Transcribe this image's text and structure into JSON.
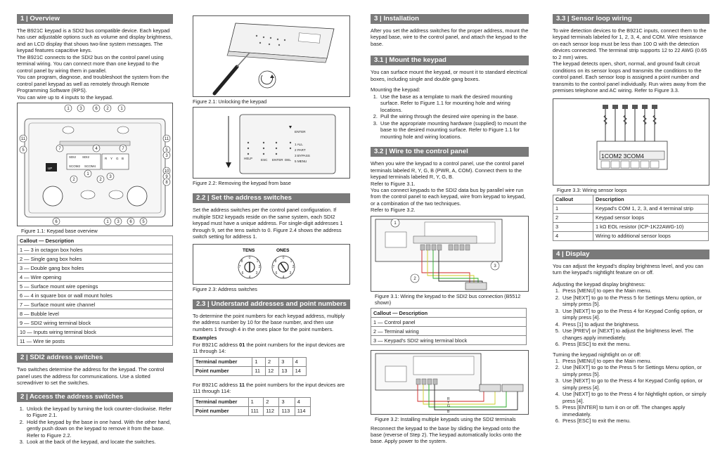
{
  "c1": {
    "overview_title": "1 | Overview",
    "overview_body": [
      "The B921C keypad is a SDI2 bus compatible device. Each keypad has user adjustable options such as volume and display brightness, and an LCD display that shows two-line system messages. The keypad features capacitive keys.",
      "The B921C connects to the SDI2 bus on the control panel using terminal wiring. You can connect more than one keypad to the control panel by wiring them in parallel.",
      "You can program, diagnose, and troubleshoot the system from the control panel keypad as well as remotely through Remote Programming Software (RPS).",
      "You can wire up to 4 inputs to the keypad."
    ],
    "fig11_caption": "Figure 1.1: Keypad base overview",
    "fig11_callouts_top": [
      "1",
      "3",
      "6",
      "2",
      "1"
    ],
    "fig11_callouts_left": [
      "11",
      "5"
    ],
    "fig11_callouts_right": [
      "11",
      "5",
      "3",
      "10",
      "9",
      "8"
    ],
    "fig11_callouts_mid": [
      "7",
      "4",
      "7"
    ],
    "fig11_callouts_bottom": [
      "6",
      "1",
      "3",
      "6",
      "5"
    ],
    "fig11_callouts_inner": [
      "2",
      "1",
      "2",
      "3"
    ],
    "fig11_labels": [
      "SDI2",
      "SDI2",
      "SCOM2",
      "SCOM4",
      "R",
      "Y",
      "G",
      "B",
      "UP"
    ],
    "table1_header": "Callout — Description",
    "table1_rows": [
      "1 — 3 in octagon box holes",
      "2 — Single gang box holes",
      "3 — Double gang box holes",
      "4 — Wire opening",
      "5 — Surface mount wire openings",
      "6 — 4 in square box or wall mount holes",
      "7 — Surface mount wire channel",
      "8 — Bubble level",
      "9 — SDI2 wiring terminal block",
      "10 — Inputs wiring terminal block",
      "11 — Wire tie posts"
    ],
    "sdi2_title": "2 | SDI2 address switches",
    "sdi2_body": "Two switches determine the address for the keypad. The control panel uses the address for communications. Use a slotted screwdriver to set the switches.",
    "access_title": "2 | Access the address switches",
    "access_steps": [
      "Unlock the keypad by turning the lock counter-clockwise. Refer to Figure 2.1.",
      "Hold the keypad by the base in one hand. With the other hand, gently push down on the keypad to remove it from the base. Refer to Figure 2.2.",
      "Look at the back of the keypad, and locate the switches."
    ]
  },
  "c2": {
    "fig21_caption": "Figure 2.1: Unlocking the keypad",
    "fig22_caption": "Figure 2.2: Removing the keypad from base",
    "fig22_keys": [
      "1 ALL",
      "2 PART",
      "3 BYPASS",
      "5 MENU",
      "HELP",
      "ESC",
      "ENTER",
      "DEL"
    ],
    "fig22_side": "ENTER",
    "set_title": "2.2 | Set the address switches",
    "set_body": "Set the address switches per the control panel configuration. If multiple SDI2 keypads reside on the same system, each SDI2 keypad must have a unique address. For single-digit addresses 1 through 9, set the tens switch to 0. Figure 2.4 shows the address switch setting for address 1.",
    "fig23_tens": "TENS",
    "fig23_ones": "ONES",
    "fig23_caption": "Figure 2.3: Address switches",
    "und_title": "2.3 | Understand addresses and point numbers",
    "und_body": "To determine the point numbers for each keypad address, multiply the address number by 10 for the base number, and then use numbers 1 through 4 in the ones place for the point numbers.",
    "examples_label": "Examples",
    "ex1_text_a": "For B921C address ",
    "ex1_addr": "01",
    "ex1_text_b": " the point numbers for the input devices are 11 through 14:",
    "ex1_table": {
      "row1": [
        "Terminal number",
        "1",
        "2",
        "3",
        "4"
      ],
      "row2": [
        "Point number",
        "11",
        "12",
        "13",
        "14"
      ]
    },
    "ex2_text_a": "For B921C address ",
    "ex2_addr": "11",
    "ex2_text_b": " the point numbers for the input devices are 111 through 114:",
    "ex2_table": {
      "row1": [
        "Terminal number",
        "1",
        "2",
        "3",
        "4"
      ],
      "row2": [
        "Point number",
        "111",
        "112",
        "113",
        "114"
      ]
    }
  },
  "c3": {
    "inst_title": "3 | Installation",
    "inst_body": "After you set the address switches for the proper address, mount the keypad base, wire to the control panel, and attach the keypad to the base.",
    "mount_title": "3.1 | Mount the keypad",
    "mount_body": "You can surface mount the keypad, or mount it to standard electrical boxes, including single and double gang boxes.",
    "mount_label": "Mounting the keypad:",
    "mount_steps": [
      "Use the base as a template to mark the desired mounting surface. Refer to Figure 1.1 for mounting hole and wiring locations.",
      "Pull the wiring through the desired wire opening in the base.",
      "Use the appropriate mounting hardware (supplied) to mount the base to the desired mounting surface. Refer to Figure 1.1 for mounting hole and wiring locations."
    ],
    "wire_title": "3.2 | Wire to the control panel",
    "wire_body": [
      "When you wire the keypad to a control panel, use the control panel terminals labeled R, Y, G, B (PWR, A, COM). Connect them to the keypad terminals labeled R, Y, G, B.",
      "Refer to Figure 3.1.",
      "You can connect keypads to the SDI2 data bus by parallel wire run from the control panel to each keypad, wire from keypad to keypad, or a combination of the two techniques.",
      "Refer to Figure 3.2."
    ],
    "fig31_callouts": [
      "1",
      "2",
      "3"
    ],
    "fig31_caption": "Figure 3.1: Wiring the keypad to the SDI2 bus connection (B5512 shown)",
    "table31_header": "Callout — Description",
    "table31_rows": [
      "1 — Control panel",
      "2 — Terminal wiring",
      "3 — Keypad's SDI2 wiring terminal block"
    ],
    "fig32_labels": [
      "R",
      "Y",
      "G",
      "B"
    ],
    "fig32_caption": "Figure 3.2: Installing multiple keypads using the SDI2 terminals",
    "reconnect_body": "Reconnect the keypad to the base by sliding the keypad onto the base (reverse of Step 2). The keypad automatically locks onto the base. Apply power to the system."
  },
  "c4": {
    "loop_title": "3.3 | Sensor loop wiring",
    "loop_body": [
      "To wire detection devices to the B921C inputs, connect them to the keypad terminals labeled for 1, 2, 3, 4, and COM. Wire resistance on each sensor loop must be less than 100 Ω with the detection devices connected. The terminal strip supports 12 to 22 AWG (0.65 to 2 mm) wires.",
      "The keypad detects open, short, normal, and ground fault circuit conditions on its sensor loops and transmits the conditions to the control panel. Each sensor loop is assigned a point number and transmits to the control panel individually. Run wires away from the premises telephone and AC wiring. Refer to Figure 3.3."
    ],
    "fig33_strip": "1COM2 3COM4",
    "fig33_caption": "Figure 3.3: Wiring sensor loops",
    "table33_head": [
      "Callout",
      "Description"
    ],
    "table33_rows": [
      [
        "1",
        "Keypad's COM 1, 2, 3, and 4 terminal strip"
      ],
      [
        "2",
        "Keypad sensor loops"
      ],
      [
        "3",
        "1 kΩ EOL resistor (ICP-1K22AWG-10)"
      ],
      [
        "4",
        "Wiring to additional sensor loops"
      ]
    ],
    "disp_title": "4 | Display",
    "disp_body": "You can adjust the keypad's display brightness level, and you can turn the keypad's nightlight feature on or off.",
    "bright_label": "Adjusting the keypad display brightness:",
    "bright_steps": [
      "Press [MENU] to open the Main menu.",
      "Use [NEXT] to go to the Press 5 for Settings Menu option, or simply press [5].",
      "Use [NEXT] to go to the Press 4 for Keypad Config option, or simply press [4].",
      "Press [1] to adjust the brightness.",
      "Use [PREV] or [NEXT] to adjust the brightness level. The changes apply immediately.",
      "Press [ESC] to exit the menu."
    ],
    "night_label": "Turning the keypad nightlight on or off:",
    "night_steps": [
      "Press [MENU] to open the Main menu.",
      "Use [NEXT] to go to the Press 5 for Settings Menu option, or simply press [5].",
      "Use [NEXT] to go to the Press 4 for Keypad Config option, or simply press [4].",
      "Use [NEXT] to go to the Press 4 for Nightlight option, or simply press [4].",
      "Press [ENTER] to turn it on or off. The changes apply immediately.",
      "Press [ESC] to exit the menu."
    ]
  }
}
